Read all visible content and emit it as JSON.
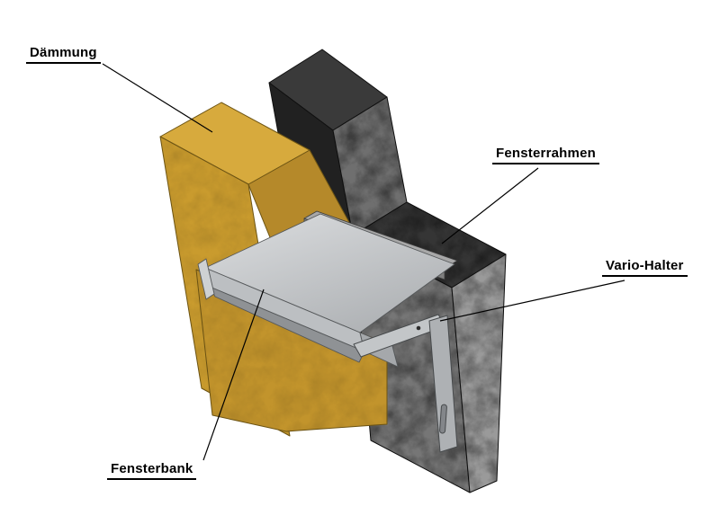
{
  "diagram": {
    "labels": {
      "daemmung": "Dämmung",
      "fensterrahmen": "Fensterrahmen",
      "vario_halter": "Vario-Halter",
      "fensterbank": "Fensterbank"
    },
    "colors": {
      "background": "#ffffff",
      "insulation_top": "#d7aa3d",
      "insulation_front": "#c99b2e",
      "insulation_side": "#b5892a",
      "insulation_lower": "#c2942c",
      "concrete_top": "#3a3a3a",
      "concrete_left": "#212121",
      "concrete_column_front": "#6f6f6f",
      "concrete_ledge": "#353535",
      "concrete_front": "#767676",
      "concrete_side": "#9a9a9a",
      "frame_top": "#a8a8a8",
      "frame_front": "#7f7f7f",
      "sill_front": "#bcbfc2",
      "sill_drip": "#8f9295",
      "sill_end": "#ced1d3",
      "bracket_arm": "#c3c6c8",
      "bracket_vertical": "#aeb1b4",
      "bracket_slot": "#83868a",
      "leader_line": "#000000"
    }
  }
}
